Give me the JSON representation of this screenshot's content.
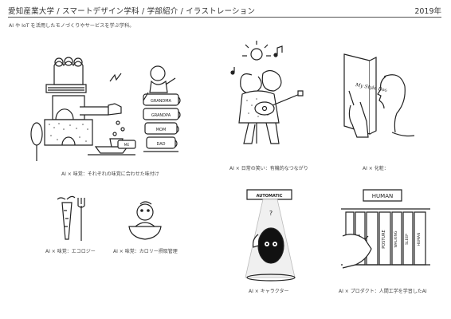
{
  "header": {
    "title": "愛知産業大学 / スマートデザイン学科 / 学部紹介 / イラストレーション",
    "year": "2019年"
  },
  "subtitle": "AI や IoT を活用したモノづくりやサービスを学ぶ学科。",
  "illustrations": {
    "taste_pairing": {
      "caption": "AI × 味覚：それぞれの味覚に合わせた味付け",
      "cup_labels": [
        "GRANDMA",
        "GRANDPA",
        "MOM",
        "DAD",
        "ME"
      ]
    },
    "daily_laughter": {
      "caption": "AI × 日常の笑い：有機的なつながり"
    },
    "makeup": {
      "caption": "AI × 化粧：",
      "mirror_text": "My Style Book"
    },
    "ecology": {
      "caption": "AI × 味覚：エコロジー"
    },
    "calorie": {
      "caption": "AI × 味覚：カロリー摂取管理"
    },
    "character": {
      "caption": "AI × キャラクター",
      "sign_label": "AUTOMATIC",
      "question": "?"
    },
    "product": {
      "caption": "AI × プロダクト：人間工学を学習したAI",
      "sign_label": "HUMAN",
      "book_titles": [
        "RUN",
        "POSTURE",
        "WALKING",
        "SLEEP",
        "HUMAN"
      ]
    }
  }
}
